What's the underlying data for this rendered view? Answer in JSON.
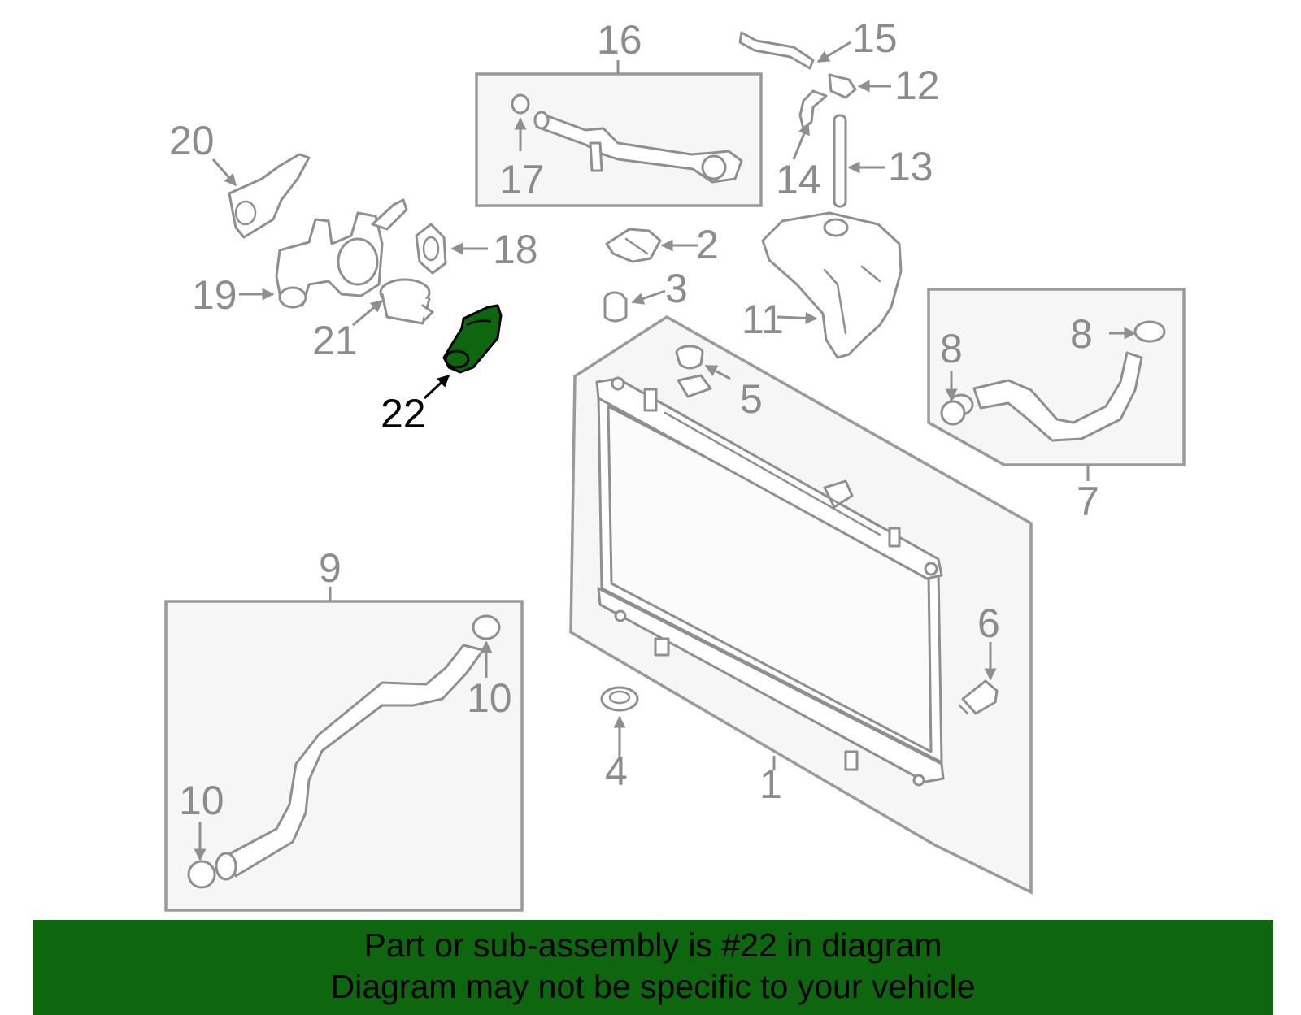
{
  "diagram": {
    "highlighted_part": "22",
    "callouts": [
      "1",
      "2",
      "3",
      "4",
      "5",
      "6",
      "7",
      "8",
      "8",
      "9",
      "10",
      "10",
      "11",
      "12",
      "13",
      "14",
      "15",
      "16",
      "17",
      "18",
      "19",
      "20",
      "21",
      "22"
    ]
  },
  "banner": {
    "line1": "Part or sub-assembly is #22 in diagram",
    "line2": "Diagram may not be specific to your vehicle"
  },
  "colors": {
    "banner_bg": "#0e670e",
    "highlight_part": "#0e670e",
    "line_art": "#8f8f8f",
    "box_fill": "#f6f6f6"
  }
}
